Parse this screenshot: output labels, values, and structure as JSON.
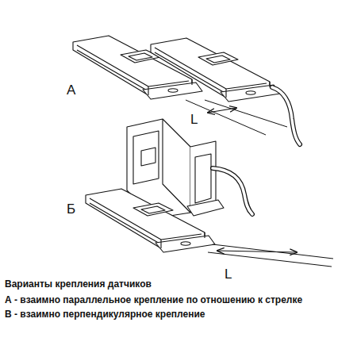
{
  "diagram": {
    "title": "Варианты крепления датчиков",
    "labels": [
      "А",
      "L",
      "Б",
      "L",
      "А - взаимно параллельное крепление по отношению к стрелке",
      "В - взаимно перпендикулярное крепление"
    ]
  }
}
